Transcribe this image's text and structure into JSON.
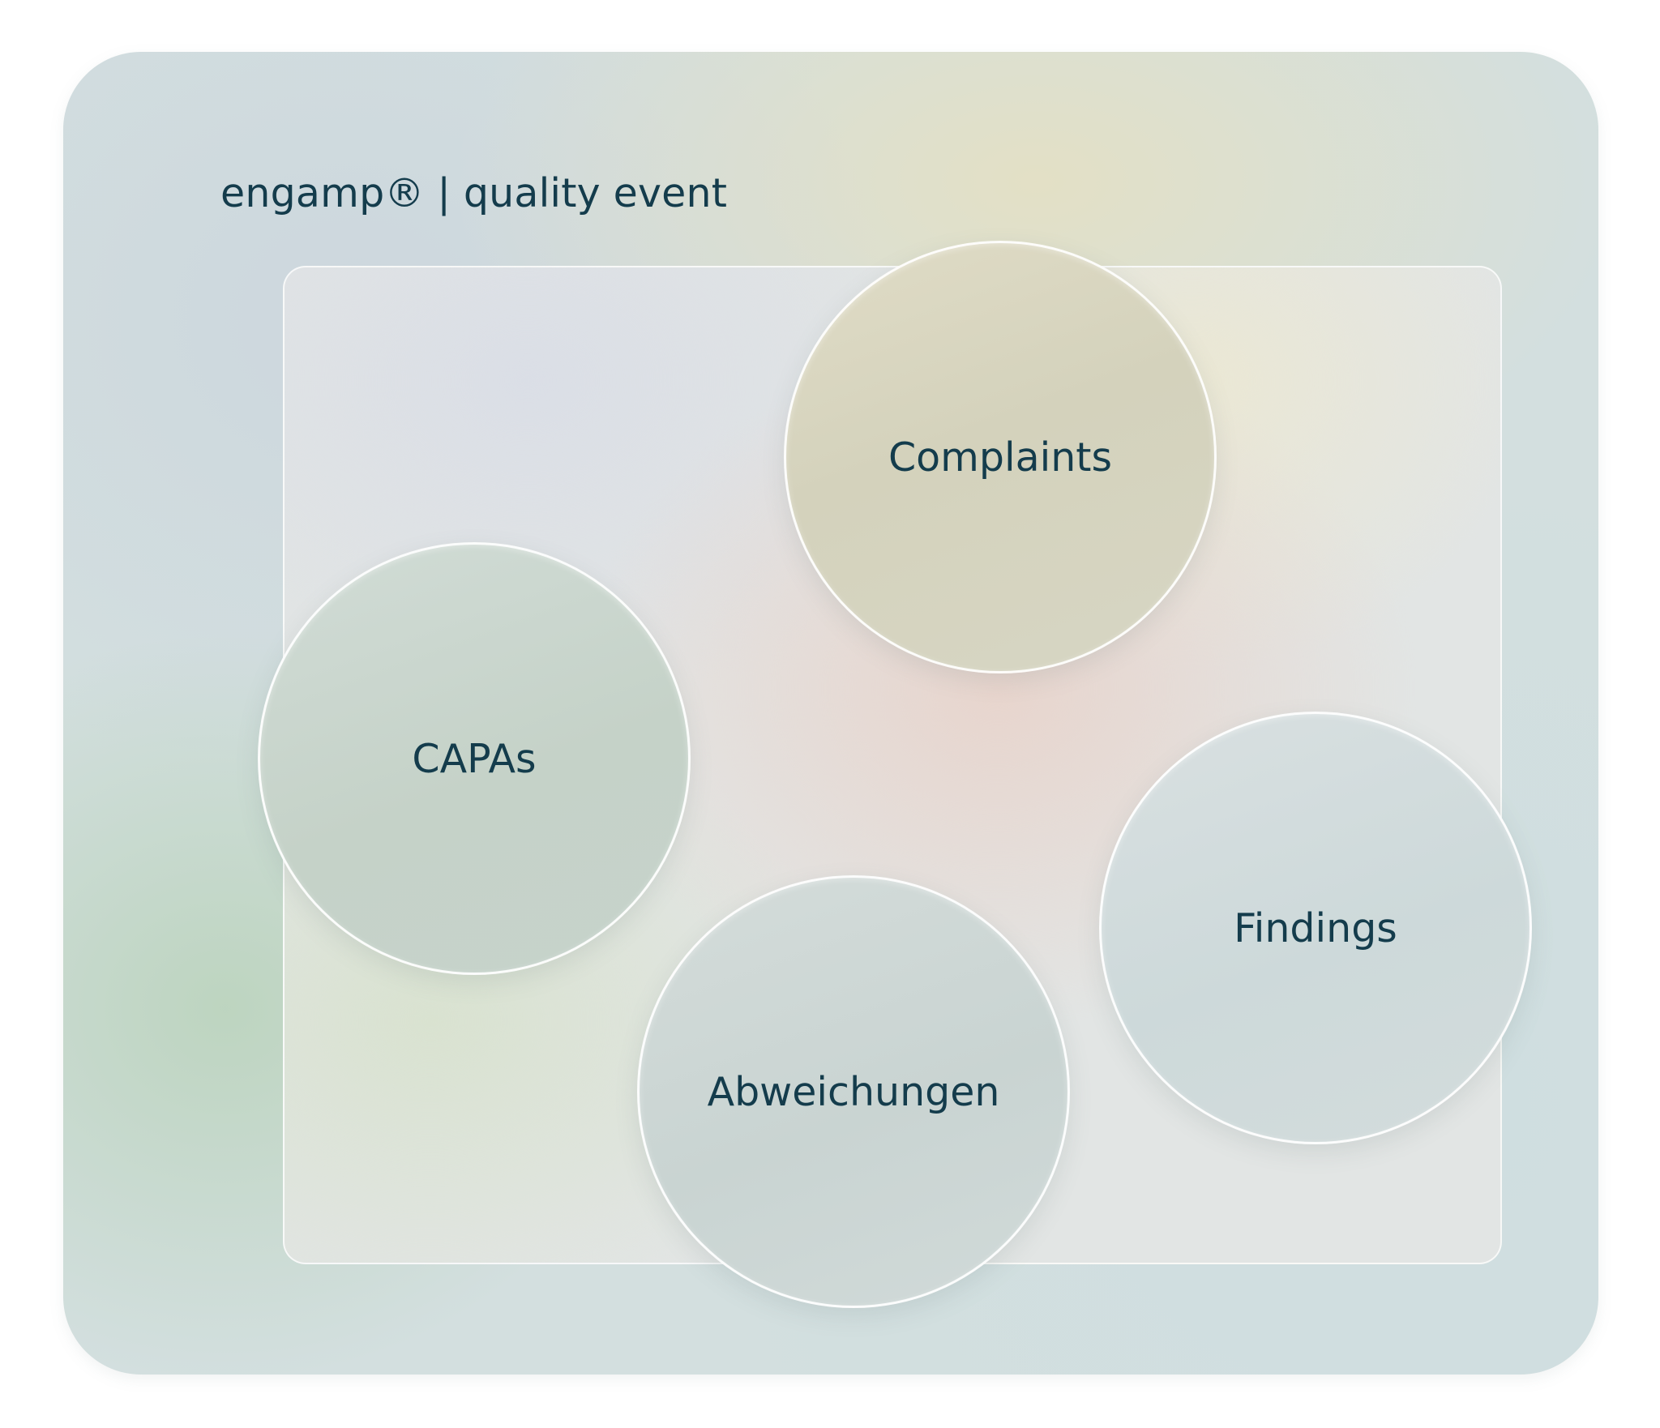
{
  "header": {
    "title": "engamp® | quality event"
  },
  "modules": {
    "complaints": "Complaints",
    "capas": "CAPAs",
    "findings": "Findings",
    "abweichungen": "Abweichungen"
  },
  "colors": {
    "text": "#143c4c",
    "outer_card": "#d3dfdf",
    "inner_panel": "#e2e5e4"
  }
}
